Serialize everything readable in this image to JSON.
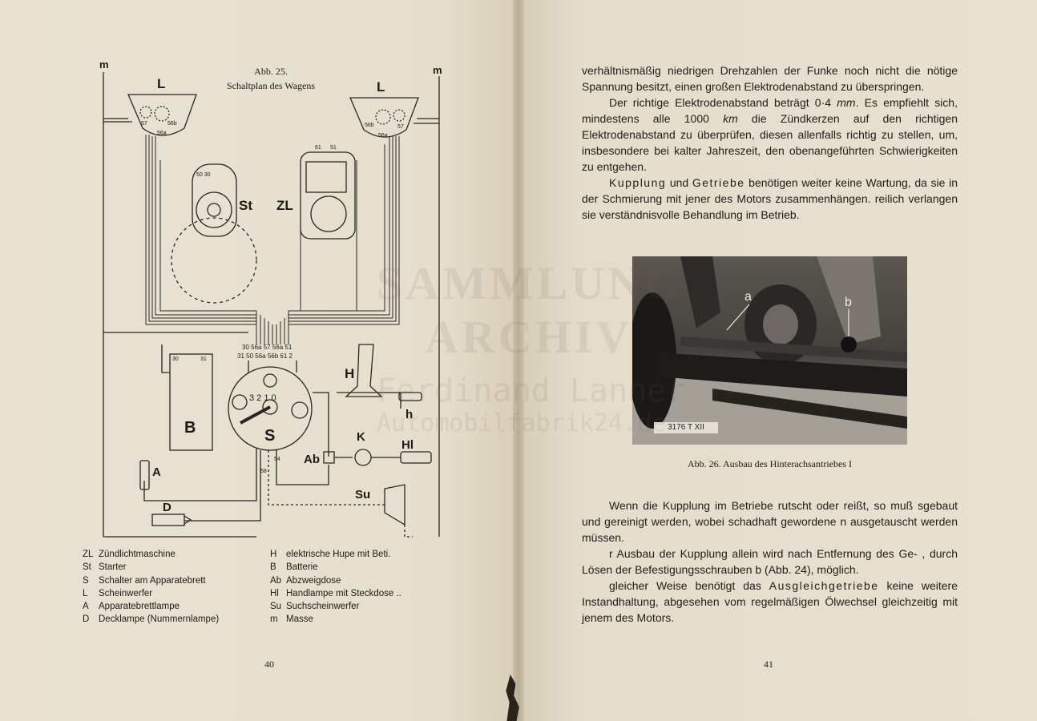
{
  "left_page": {
    "figure_number": "Abb. 25.",
    "figure_title": "Schaltplan des Wagens",
    "page_number": "40",
    "diagram_labels": {
      "m_left": "m",
      "m_right": "m",
      "L_left": "L",
      "L_right": "L",
      "St": "St",
      "ZL": "ZL",
      "B": "B",
      "S": "S",
      "A": "A",
      "D": "D",
      "H": "H",
      "h": "h",
      "K": "K",
      "Hl": "Hl",
      "Ab": "Ab",
      "Su": "Su",
      "lamp_left_57": "57",
      "lamp_left_56b": "56b",
      "lamp_left_56a": "56a",
      "lamp_right_56b": "56b",
      "lamp_right_57": "57",
      "lamp_right_56a": "56a",
      "st_terminals": "50 30",
      "zl_61": "61",
      "zl_51": "51",
      "terminals_row1": "30 56a 57 56a 51",
      "terminals_row2": "31 50 56a 56b 61 2",
      "b_30": "30",
      "b_31": "31",
      "switch_positions": "3 2 1 0",
      "s_54": "54",
      "s_58": "58"
    },
    "legend_left": [
      {
        "abbr": "ZL",
        "text": "Zündlichtmaschine"
      },
      {
        "abbr": "St",
        "text": "Starter"
      },
      {
        "abbr": "S",
        "text": "Schalter am Apparatebrett"
      },
      {
        "abbr": "L",
        "text": "Scheinwerfer"
      },
      {
        "abbr": "A",
        "text": "Apparatebrettlampe"
      },
      {
        "abbr": "D",
        "text": "Decklampe (Nummernlampe)"
      }
    ],
    "legend_right": [
      {
        "abbr": "H",
        "text": "elektrische Hupe mit Beti."
      },
      {
        "abbr": "B",
        "text": "Batterie"
      },
      {
        "abbr": "Ab",
        "text": "Abzweigdose"
      },
      {
        "abbr": "Hl",
        "text": "Handlampe mit Steckdose .."
      },
      {
        "abbr": "Su",
        "text": "Suchscheinwerfer"
      },
      {
        "abbr": "m",
        "text": "Masse"
      }
    ]
  },
  "right_page": {
    "page_number": "41",
    "para1": "verhältnismäßig niedrigen Drehzahlen der Funke noch nicht die nötige Spannung besitzt, einen großen Elektrodenabstand zu überspringen.",
    "para2_pre": "Der richtige Elektrodenabstand beträgt 0·4 ",
    "para2_unit1": "mm",
    "para2_mid": ". Es empfiehlt sich, mindestens alle 1000 ",
    "para2_unit2": "km",
    "para2_post": " die Zündkerzen auf den richtigen Elektrodenabstand zu überprüfen, diesen allenfalls richtig zu stellen, um, insbesondere bei kalter Jahreszeit, den obenangeführten Schwierigkeiten zu entgehen.",
    "para3_spaced1": "Kupplung",
    "para3_and": " und ",
    "para3_spaced2": "Getriebe",
    "para3_post": " benötigen weiter keine Wartung, da sie in der Schmierung mit jener des Motors zusammenhängen. reilich verlangen sie verständnisvolle Behandlung im Betrieb.",
    "photo_label_a": "a",
    "photo_label_b": "b",
    "photo_stamp": "3176 T XII",
    "photo_caption": "Abb. 26. Ausbau des Hinterachsantriebes I",
    "para4": "Wenn die Kupplung im Betriebe rutscht oder reißt, so muß sgebaut und gereinigt werden, wobei schadhaft gewordene n ausgetauscht werden müssen.",
    "para5": "r Ausbau der Kupplung allein wird nach Entfernung des Ge- , durch Lösen der Befestigungsschrauben b (Abb. 24), möglich.",
    "para6_pre": "gleicher Weise benötigt das ",
    "para6_spaced": "Ausgleichgetriebe",
    "para6_post": " keine weitere Instandhaltung, abgesehen vom regelmäßigen Ölwechsel gleichzeitig mit jenem des Motors."
  },
  "watermark": {
    "line1": "SAMMLUNG",
    "line2": "ARCHIV",
    "line3": "Ferdinand Lanner",
    "line4": "Automobilfabrik24.de"
  }
}
